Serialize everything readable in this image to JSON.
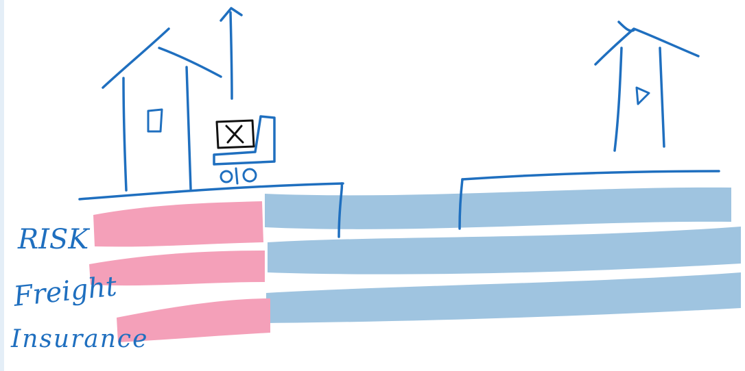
{
  "labels": {
    "risk": "RISK",
    "freight": "Freight",
    "insurance": "Insurance"
  },
  "colors": {
    "ink": "#1f6fbf",
    "blue_band": "#9fc4e0",
    "pink_band": "#f4a0b9",
    "crate_ink": "#111111"
  }
}
